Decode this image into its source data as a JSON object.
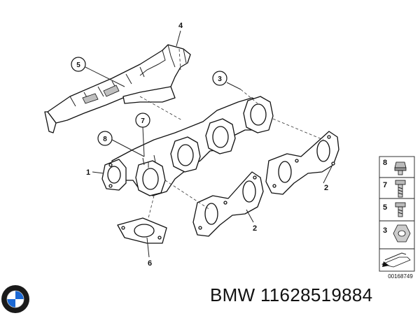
{
  "callouts": {
    "c1": "1",
    "c2a": "2",
    "c2b": "2",
    "c3": "3",
    "c4": "4",
    "c5": "5",
    "c6": "6",
    "c7": "7",
    "c8": "8"
  },
  "legend": {
    "items": [
      "8",
      "7",
      "5",
      "3"
    ],
    "diagram_id": "00168749"
  },
  "caption": {
    "brand": "BMW",
    "part_number": "11628519884",
    "text": "BMW 11628519884"
  }
}
